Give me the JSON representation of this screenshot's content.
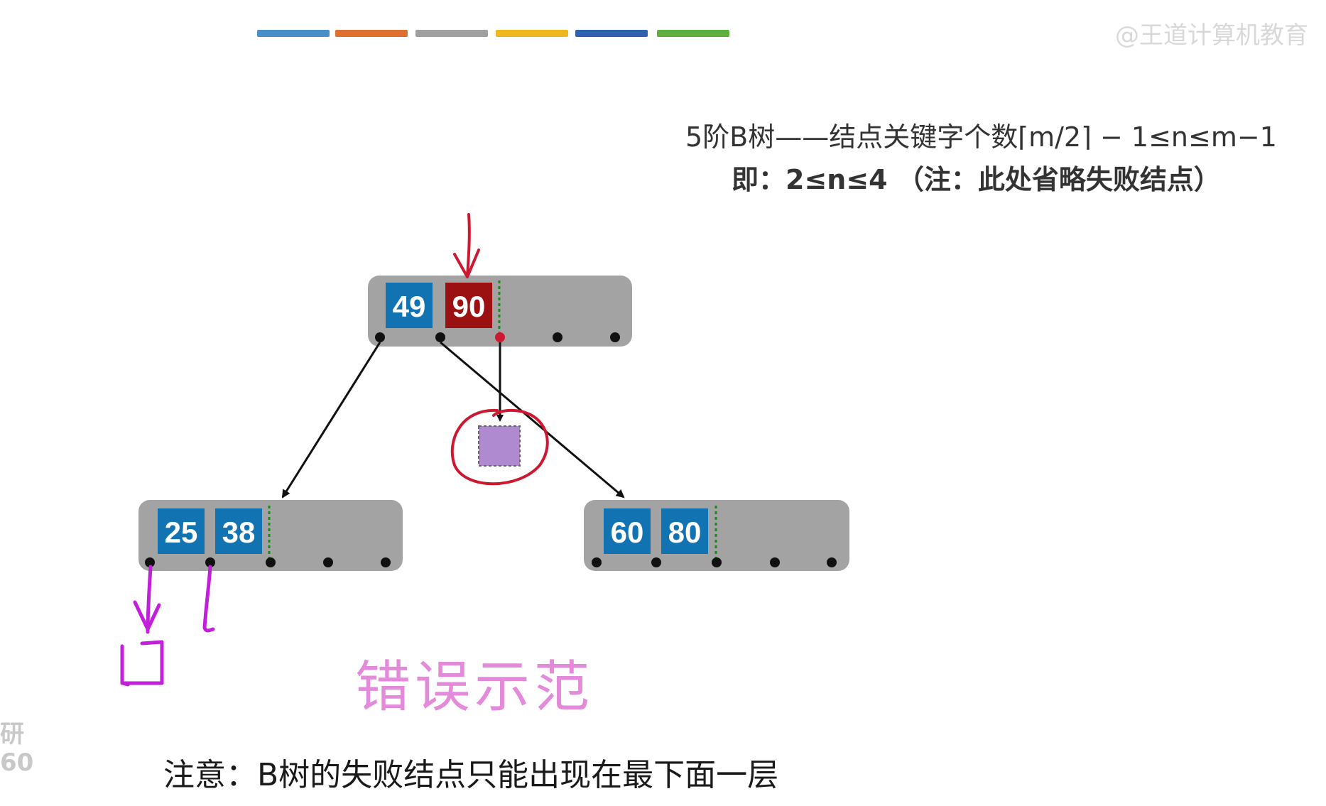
{
  "header": {
    "color_bars": [
      {
        "color": "#4a90c8"
      },
      {
        "color": "#e07030"
      },
      {
        "color": "#a0a0a0"
      },
      {
        "color": "#f0b820"
      },
      {
        "color": "#3060b0"
      },
      {
        "color": "#60b040"
      }
    ],
    "watermark_top_right": "@王道计算机教育",
    "watermark_left": "研\n60"
  },
  "rules": {
    "line1": "5阶B树——结点关键字个数⌈m/2⌉ − 1≤n≤m−1",
    "line2": "即：2≤n≤4  （注：此处省略失败结点）"
  },
  "tree": {
    "root": {
      "keys": [
        "49",
        "90"
      ],
      "highlight_key": "90"
    },
    "left_child": {
      "keys": [
        "25",
        "38"
      ]
    },
    "right_child": {
      "keys": [
        "60",
        "80"
      ]
    }
  },
  "annotation": {
    "wrong_example": "错误示范"
  },
  "note": "注意：B树的失败结点只能出现在最下面一层",
  "colors": {
    "node_bg": "#a3a3a3",
    "key_blue": "#1273b3",
    "key_red": "#9b1010",
    "failure_node": "#b08ad0",
    "red_ink": "#cc1830",
    "purple_ink": "#c020d8"
  }
}
